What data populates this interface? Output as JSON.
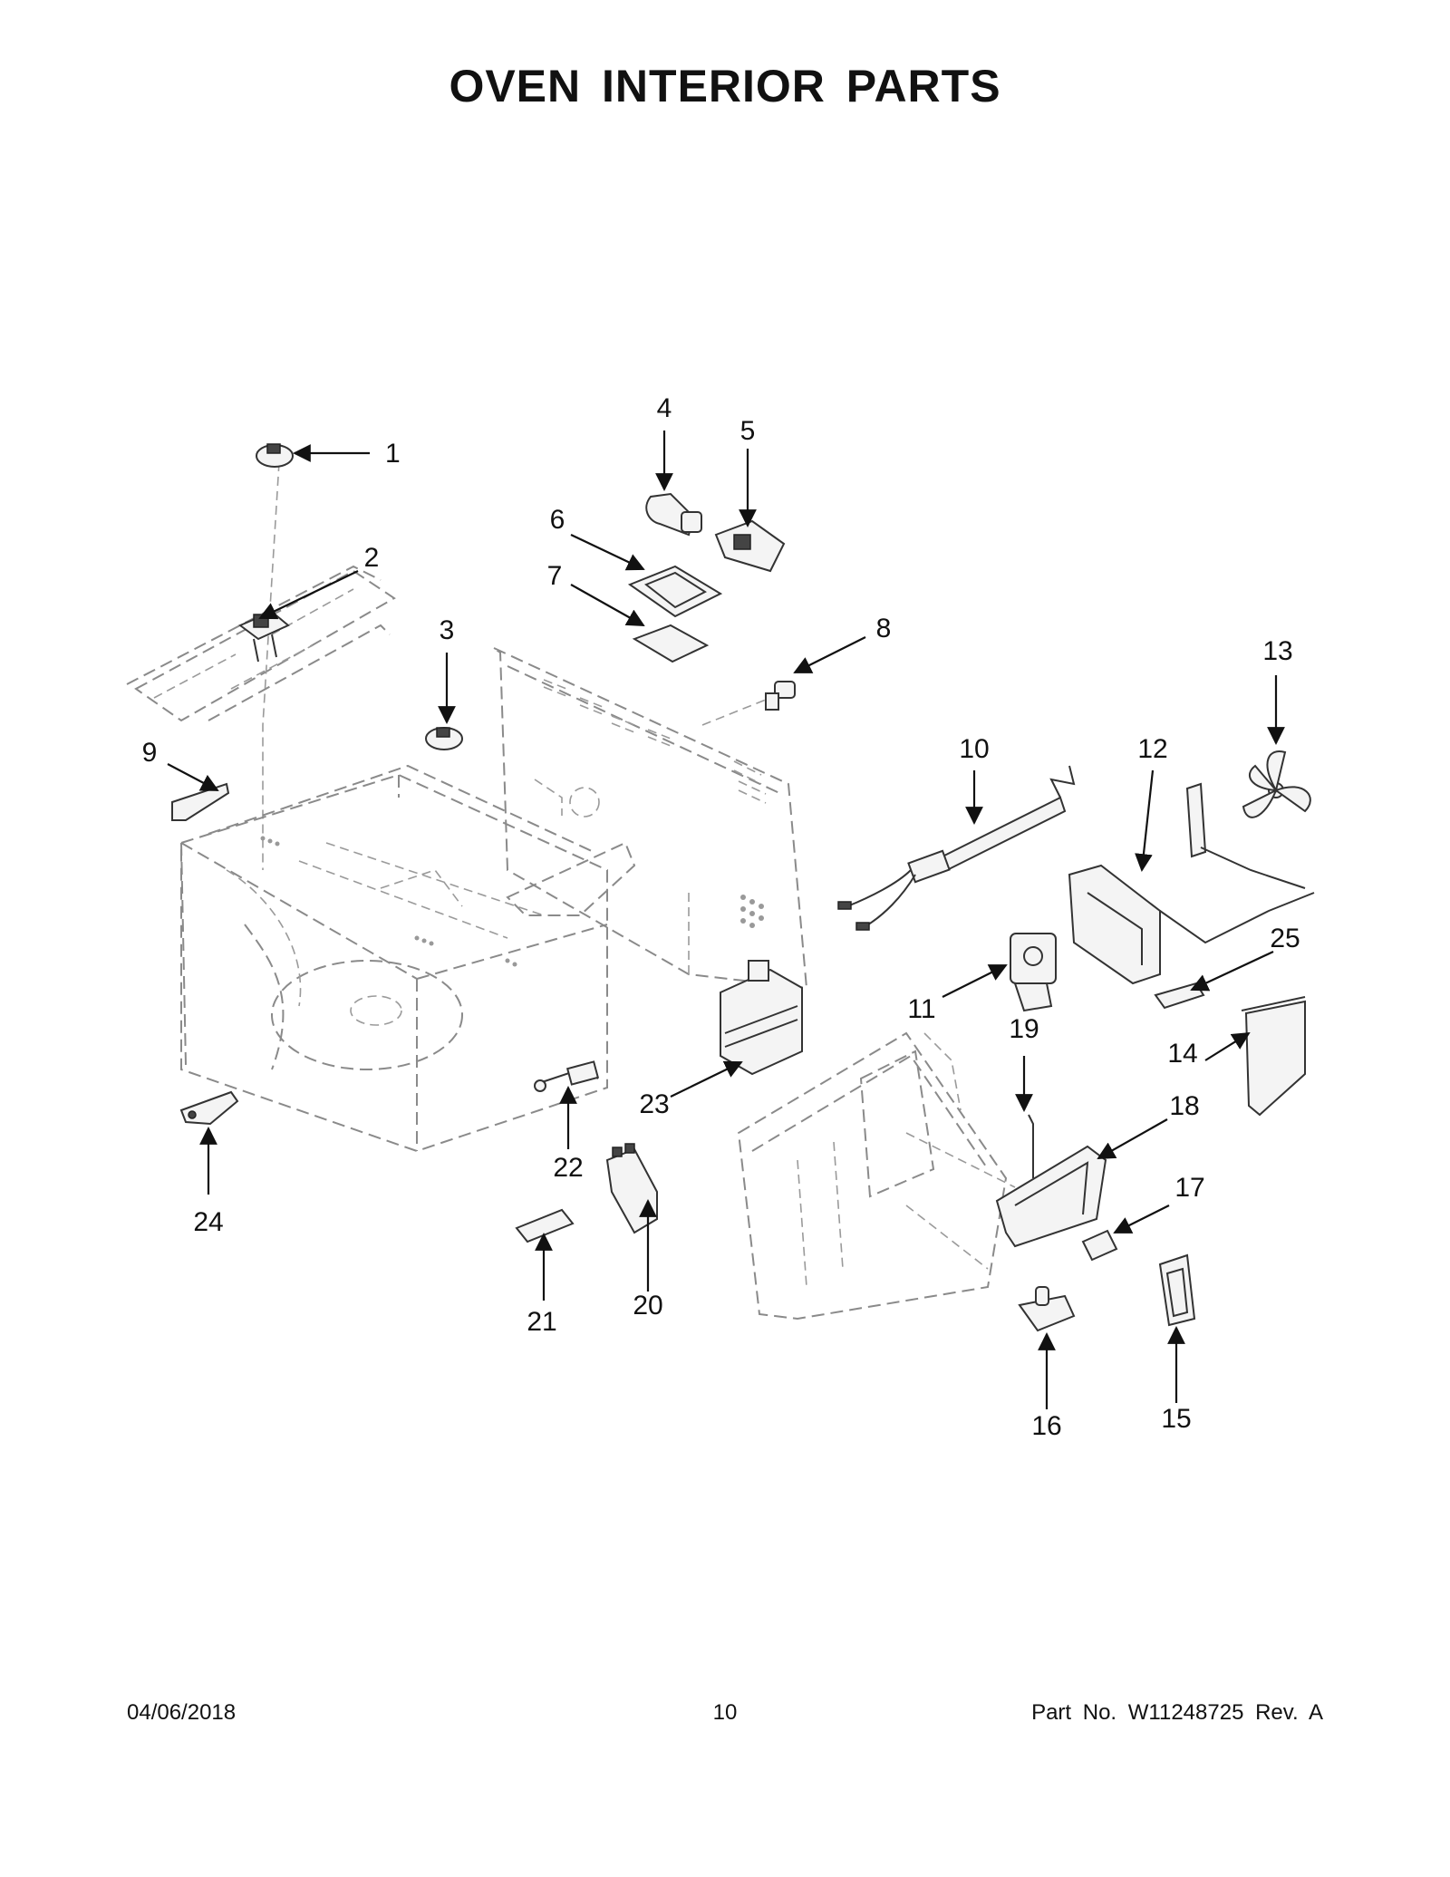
{
  "header": {
    "title": "OVEN INTERIOR PARTS"
  },
  "footer": {
    "date": "04/06/2018",
    "page_number": "10",
    "part_number": "Part No.  W11248725  Rev.  A"
  },
  "callouts": [
    {
      "id": "1",
      "label": "1"
    },
    {
      "id": "2",
      "label": "2"
    },
    {
      "id": "3",
      "label": "3"
    },
    {
      "id": "4",
      "label": "4"
    },
    {
      "id": "5",
      "label": "5"
    },
    {
      "id": "6",
      "label": "6"
    },
    {
      "id": "7",
      "label": "7"
    },
    {
      "id": "8",
      "label": "8"
    },
    {
      "id": "9",
      "label": "9"
    },
    {
      "id": "10",
      "label": "10"
    },
    {
      "id": "11",
      "label": "11"
    },
    {
      "id": "12",
      "label": "12"
    },
    {
      "id": "13",
      "label": "13"
    },
    {
      "id": "14",
      "label": "14"
    },
    {
      "id": "15",
      "label": "15"
    },
    {
      "id": "16",
      "label": "16"
    },
    {
      "id": "17",
      "label": "17"
    },
    {
      "id": "18",
      "label": "18"
    },
    {
      "id": "19",
      "label": "19"
    },
    {
      "id": "20",
      "label": "20"
    },
    {
      "id": "21",
      "label": "21"
    },
    {
      "id": "22",
      "label": "22"
    },
    {
      "id": "23",
      "label": "23"
    },
    {
      "id": "24",
      "label": "24"
    },
    {
      "id": "25",
      "label": "25"
    }
  ]
}
